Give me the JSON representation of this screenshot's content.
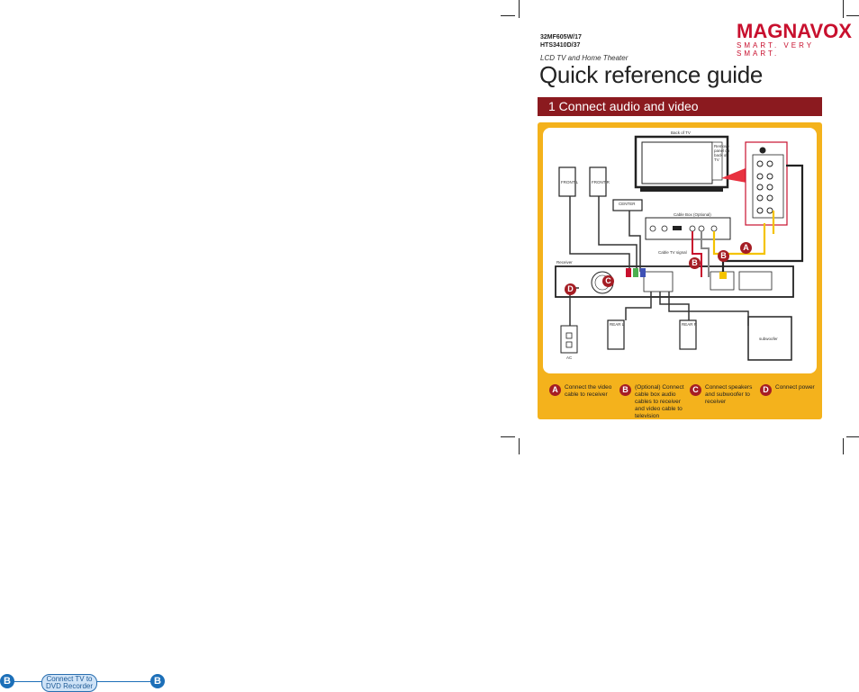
{
  "models": [
    "32MF605W/17",
    "HTS3410D/37"
  ],
  "brand": {
    "name": "MAGNAVOX",
    "tagline": "SMART. VERY SMART."
  },
  "subtitle": "LCD TV and Home Theater",
  "title": "Quick reference guide",
  "section_heading": "1 Connect audio and video",
  "diagram": {
    "back_of_tv": "Back of TV",
    "remove_panel": "Remove panel on back of TV",
    "cable_box": "Cable Box (Optional)",
    "cable_tv_signal": "Cable TV signal",
    "receiver": "Receiver",
    "ac": "AC",
    "subwoofer": "subwoofer",
    "front_left": "FRONT L",
    "front_right": "FRONT R",
    "center": "CENTER",
    "rear_left": "REAR L",
    "rear_right": "REAR R",
    "markers": {
      "a": "A",
      "b": "B",
      "c": "C",
      "d": "D"
    }
  },
  "steps": [
    {
      "badge": "A",
      "text": "Connect the video cable to receiver"
    },
    {
      "badge": "B",
      "text": "(Optional) Connect cable box audio cables to receiver and video cable to television"
    },
    {
      "badge": "C",
      "text": "Connect speakers and subwoofer to receiver"
    },
    {
      "badge": "D",
      "text": "Connect power"
    }
  ],
  "nav": {
    "left_badge": "B",
    "label": "Connect TV to DVD Recorder",
    "right_badge": "B"
  },
  "colors": {
    "brand_red": "#c8102e",
    "section_red": "#8b1a1f",
    "panel_yellow": "#f4b21c",
    "nav_blue": "#1c6fb8"
  }
}
